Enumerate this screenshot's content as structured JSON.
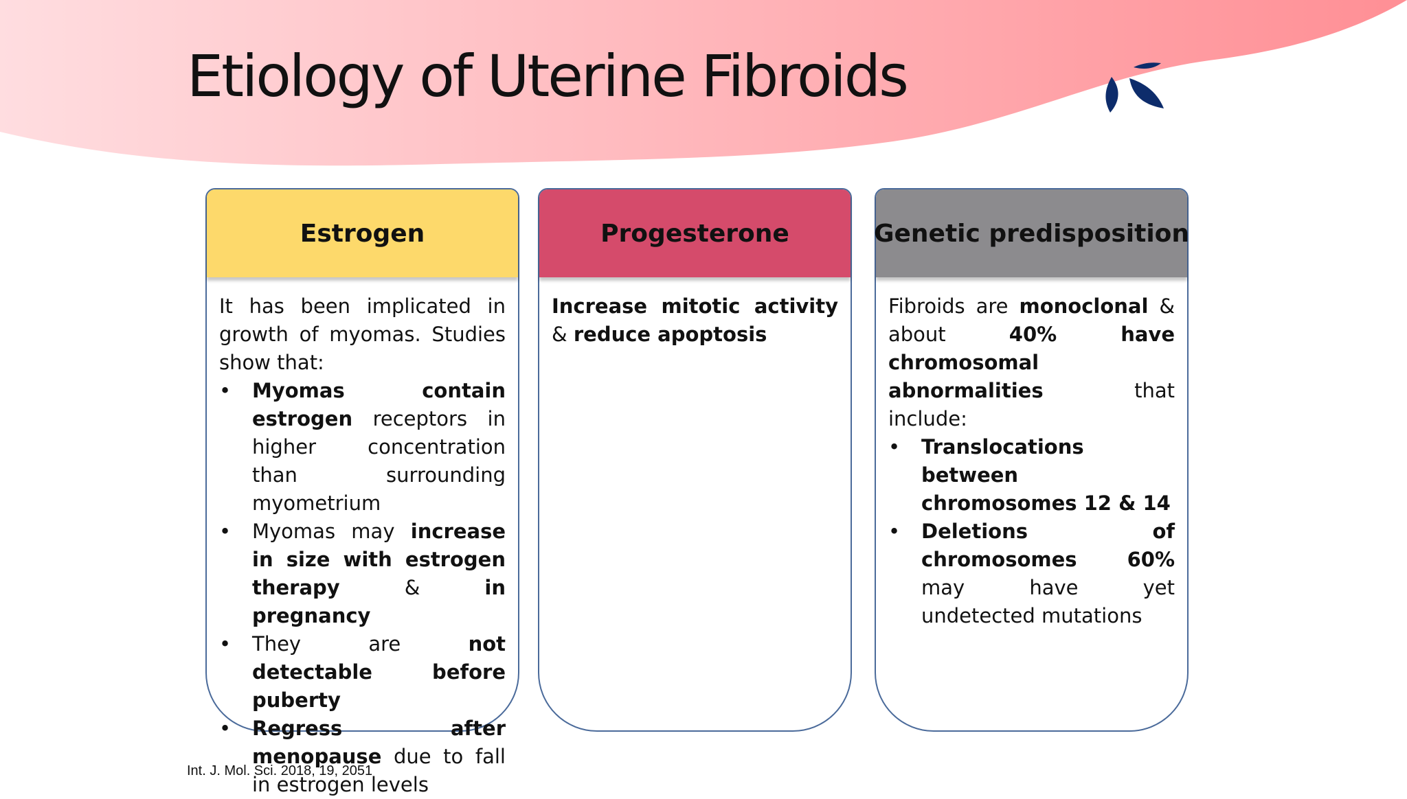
{
  "slide": {
    "title": "Etiology of Uterine Fibroids",
    "citation": "Int. J. Mol. Sci. 2018, 19, 2051"
  },
  "colors": {
    "wave_left": "#ffdde0",
    "wave_right": "#ff8f95",
    "estrogen_header": "#fdd96b",
    "progesterone_header": "#d54b6b",
    "genetic_header": "#8c8b8e",
    "card_border": "#4a6a9a",
    "logo": "#0d2c6b"
  },
  "icons": {
    "logo": "leaf-logo-icon",
    "bullet": "bullet-icon"
  },
  "cards": {
    "estrogen": {
      "heading": "Estrogen",
      "intro": "It has been implicated in growth of myomas. Studies show that:",
      "bullet_symbol": "•",
      "items": [
        {
          "b1": "Myomas contain estrogen",
          "t1": " receptors in higher concentration than surrounding myometrium"
        },
        {
          "t1": "Myomas may ",
          "b1": "increase in size with estrogen therapy",
          "t2": " & ",
          "b2": "in pregnancy"
        },
        {
          "t1": "They are ",
          "b1": "not detectable before puberty"
        },
        {
          "b1": "Regress after menopause",
          "t1": " due to fall in estrogen levels"
        }
      ]
    },
    "progesterone": {
      "heading": "Progesterone",
      "b1": "Increase mitotic activity",
      "t1": " & ",
      "b2": "reduce apoptosis"
    },
    "genetic": {
      "heading": "Genetic predisposition",
      "intro": {
        "t1": "Fibroids are ",
        "b1": "monoclonal",
        "t2": " & about ",
        "b2": "40% have chromosomal abnormalities",
        "t3": " that include:"
      },
      "items": [
        {
          "b1": "Translocations between chromosomes 12 & 14"
        },
        {
          "b1": "Deletions of chromosomes 60%",
          "t1": " may have yet undetected mutations"
        }
      ]
    }
  }
}
